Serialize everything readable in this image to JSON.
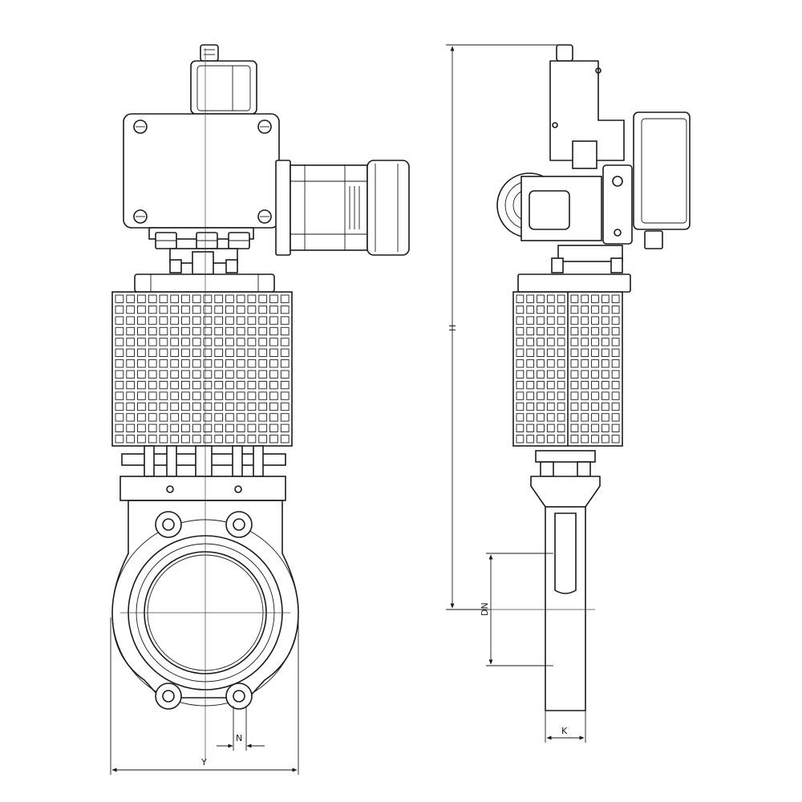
{
  "dimensions": {
    "y_label": "Y",
    "n_label": "N",
    "h_label": "H",
    "dn_label": "DN",
    "k_label": "K"
  },
  "colors": {
    "line": "#1a1a1a",
    "background": "#ffffff"
  }
}
